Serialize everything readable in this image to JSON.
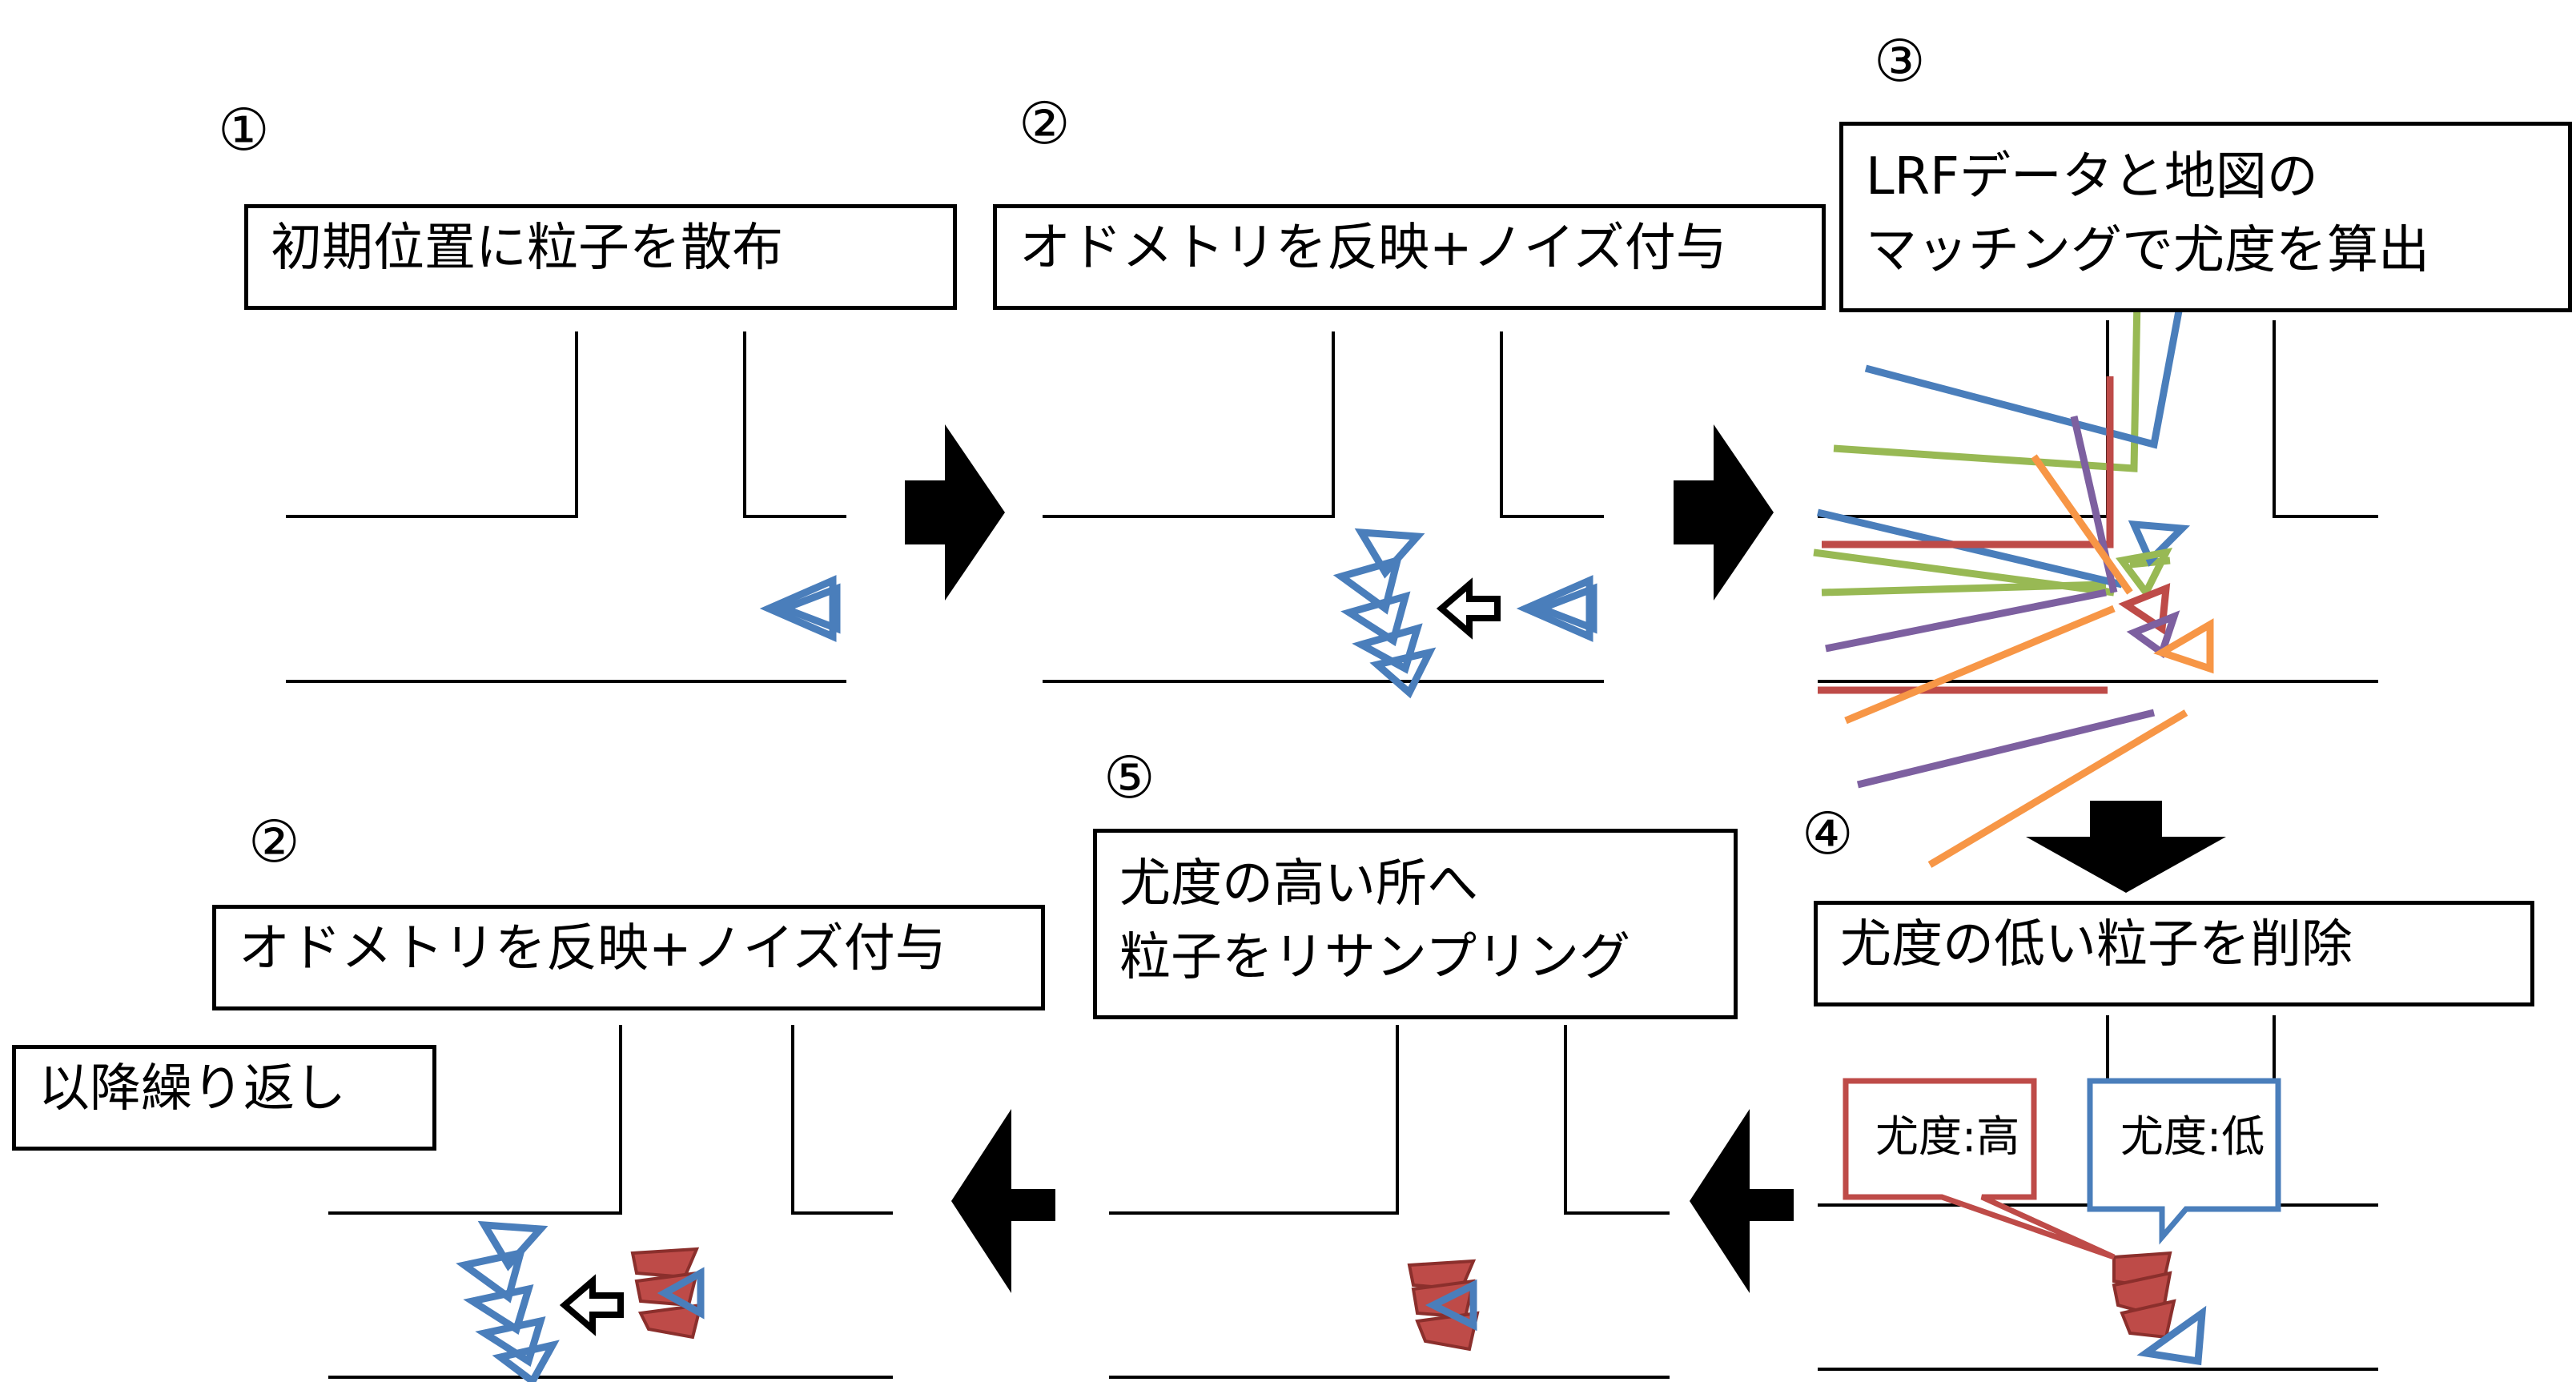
{
  "steps": {
    "s1": {
      "number": "①",
      "label": "初期位置に粒子を散布"
    },
    "s2": {
      "number": "②",
      "label": "オドメトリを反映+ノイズ付与"
    },
    "s3": {
      "number": "③",
      "line1": "LRFデータと地図の",
      "line2": "マッチングで尤度を算出"
    },
    "s4": {
      "number": "④",
      "label": "尤度の低い粒子を削除"
    },
    "s5": {
      "number": "⑤",
      "line1": "尤度の高い所へ",
      "line2": "粒子をリサンプリング"
    },
    "s6": {
      "number": "②",
      "label": "オドメトリを反映+ノイズ付与"
    }
  },
  "repeat_label": "以降繰り返し",
  "callouts": {
    "high": "尤度:高",
    "low": "尤度:低"
  },
  "colors": {
    "particle_blue": "#4a7ebb",
    "particle_red": "#be4b48",
    "ray_green": "#98b954",
    "ray_purple": "#7d60a0",
    "ray_orange": "#f79646",
    "ray_red": "#be4b48",
    "ray_blue": "#4a7ebb",
    "arrow_black": "#000000"
  }
}
